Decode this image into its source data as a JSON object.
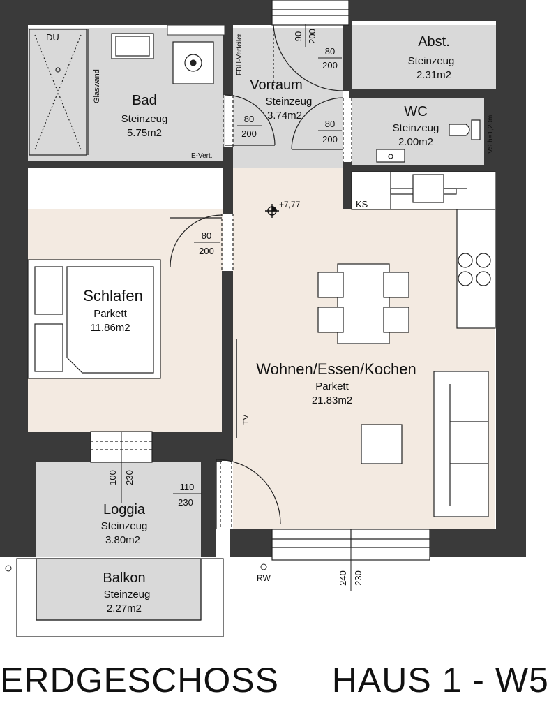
{
  "colors": {
    "wall": "#3a3a3a",
    "tile": "#d9d9d9",
    "parquet": "#f3eae1",
    "line": "#222222"
  },
  "rooms": {
    "bad": {
      "name": "Bad",
      "floor": "Steinzeug",
      "area": "5.75m2"
    },
    "vorraum": {
      "name": "Vorraum",
      "floor": "Steinzeug",
      "area": "3.74m2"
    },
    "abst": {
      "name": "Abst.",
      "floor": "Steinzeug",
      "area": "2.31m2"
    },
    "wc": {
      "name": "WC",
      "floor": "Steinzeug",
      "area": "2.00m2"
    },
    "schlafen": {
      "name": "Schlafen",
      "floor": "Parkett",
      "area": "11.86m2"
    },
    "wohnen": {
      "name": "Wohnen/Essen/Kochen",
      "floor": "Parkett",
      "area": "21.83m2"
    },
    "loggia": {
      "name": "Loggia",
      "floor": "Steinzeug",
      "area": "3.80m2"
    },
    "balkon": {
      "name": "Balkon",
      "floor": "Steinzeug",
      "area": "2.27m2"
    }
  },
  "annotations": {
    "du": "DU",
    "glaswand": "Glaswand",
    "fbh": "FBH-Verteiler",
    "evert": "E-Vert.",
    "ks": "KS",
    "level": "+7,77",
    "tv": "TV",
    "vs": "VS h=1,20m",
    "rw": "RW"
  },
  "door_dims": {
    "entry_w": "90",
    "entry_h": "200",
    "abst_w": "80",
    "abst_h": "200",
    "bad_w": "80",
    "bad_h": "200",
    "wc_w": "80",
    "wc_h": "200",
    "schlafen_w": "80",
    "schlafen_h": "200",
    "wohnen_w": "110",
    "wohnen_h": "230",
    "loggia_w": "100",
    "loggia_h": "230",
    "window_w": "240",
    "window_h": "230"
  },
  "footer": {
    "floor": "ERDGESCHOSS",
    "house": "HAUS 1 - W5"
  }
}
